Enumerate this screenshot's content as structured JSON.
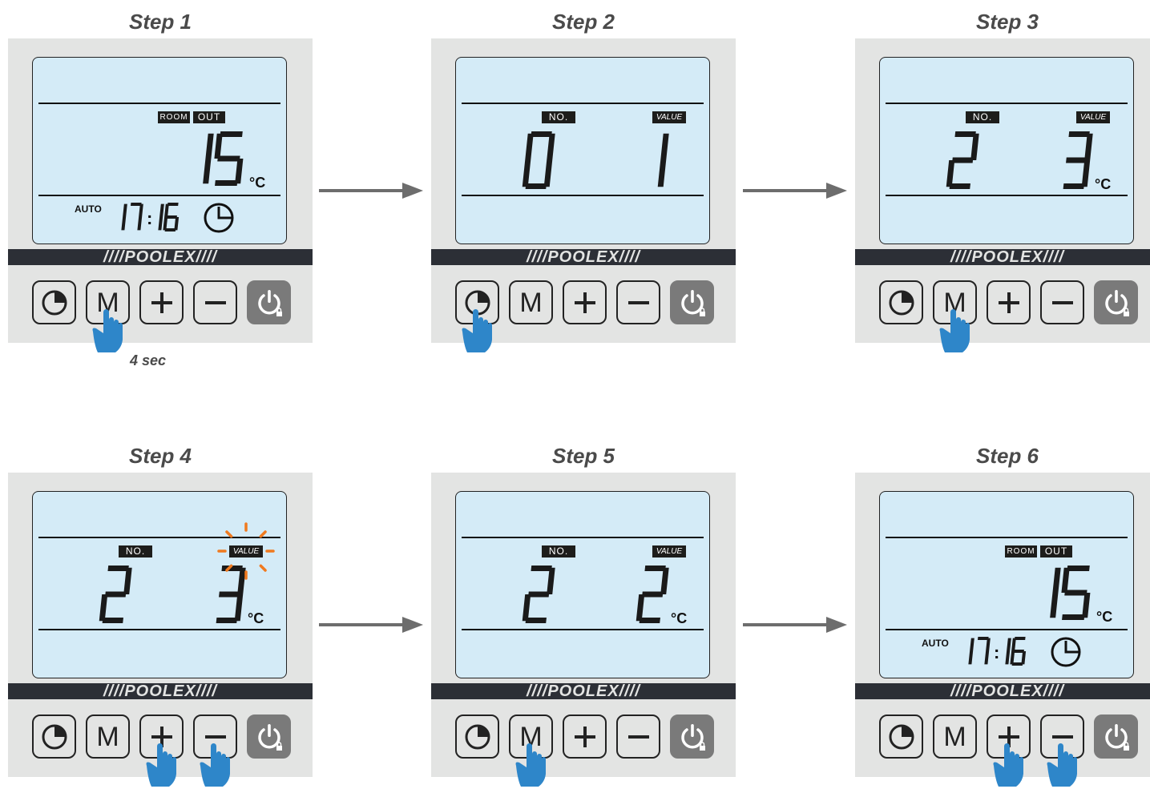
{
  "brand": "////POOLEX////",
  "labels": {
    "room": "ROOM",
    "out": "OUT",
    "no": "NO.",
    "value": "VALUE",
    "auto": "AUTO",
    "unit": "°C"
  },
  "button_m": "M",
  "hint": "4 sec",
  "colors": {
    "lcd": "#d4ebf7",
    "panel": "#e3e4e3",
    "strip": "#2c2f36",
    "hand": "#2e86c9",
    "blink": "#f07a1f",
    "arrow": "#6d6d6d"
  },
  "steps": [
    {
      "title": "Step 1",
      "mode": "temperature",
      "temp": "15",
      "time": "17:16",
      "pressed": [
        "m"
      ]
    },
    {
      "title": "Step 2",
      "mode": "parameter",
      "no": "0",
      "value": "1",
      "show_unit": false,
      "pressed": [
        "clock"
      ]
    },
    {
      "title": "Step 3",
      "mode": "parameter",
      "no": "2",
      "value": "3",
      "show_unit": true,
      "pressed": [
        "m"
      ]
    },
    {
      "title": "Step 4",
      "mode": "parameter",
      "no": "2",
      "value": "3",
      "show_unit": true,
      "blink": true,
      "pressed": [
        "plus",
        "minus"
      ]
    },
    {
      "title": "Step 5",
      "mode": "parameter",
      "no": "2",
      "value": "2",
      "show_unit": true,
      "pressed": [
        "m"
      ]
    },
    {
      "title": "Step 6",
      "mode": "temperature",
      "temp": "15",
      "time": "17:16",
      "pressed": [
        "plus",
        "minus"
      ]
    }
  ]
}
